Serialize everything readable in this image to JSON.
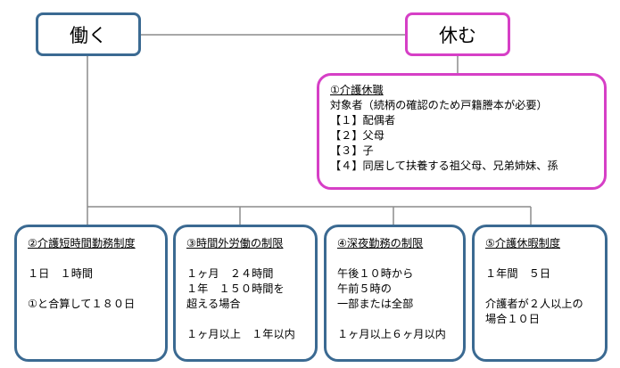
{
  "work": {
    "label": "働く"
  },
  "rest": {
    "label": "休む"
  },
  "care_leave": {
    "title": "①介護休職",
    "subtitle": "対象者（続柄の確認のため戸籍謄本が必要）",
    "items": [
      "【１】配偶者",
      "【２】父母",
      "【３】子",
      "【４】同居して扶養する祖父母、兄弟姉妹、孫"
    ]
  },
  "systems": [
    {
      "title": "②介護短時間勤務制度",
      "lines": [
        "１日　１時間",
        "",
        "①と合算して１８０日"
      ]
    },
    {
      "title": "③時間外労働の制限",
      "lines": [
        "１ヶ月　２４時間",
        "１年　１５０時間を",
        "超える場合",
        "",
        "１ヶ月以上　１年以内"
      ]
    },
    {
      "title": "④深夜勤務の制限",
      "lines": [
        "午後１０時から",
        "午前５時の",
        "一部または全部",
        "",
        "１ヶ月以上６ヶ月以内"
      ]
    },
    {
      "title": "⑤介護休暇制度",
      "lines": [
        "１年間　５日",
        "",
        "介護者が２人以上の",
        "場合１０日"
      ]
    }
  ],
  "colors": {
    "work_border": "#3b6a92",
    "rest_border": "#d63fc6",
    "connector": "#8c8c8c"
  }
}
